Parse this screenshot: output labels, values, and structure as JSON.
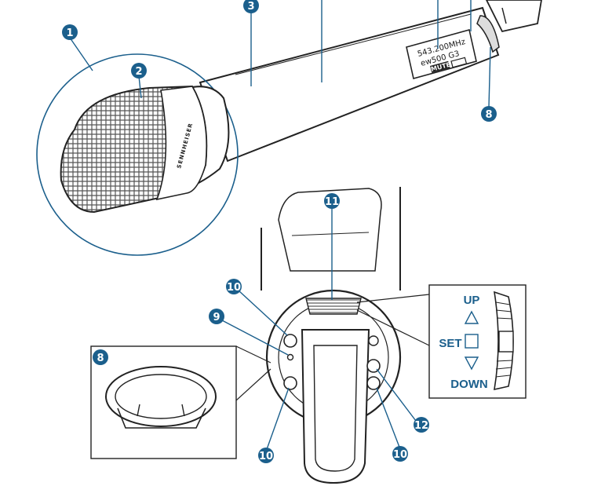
{
  "lcd": {
    "frequency": "543.200MHz",
    "model": "ew500 G3",
    "mute": "MUTE"
  },
  "brand": "SENNHEISER",
  "callouts": {
    "c1": "1",
    "c2": "2",
    "c3": "3",
    "c8_top": "8",
    "c8_inset": "8",
    "c9": "9",
    "c10_a": "10",
    "c10_b": "10",
    "c10_c": "10",
    "c11": "11",
    "c12": "12"
  },
  "controls": {
    "up": "UP",
    "set": "SET",
    "down": "DOWN"
  },
  "colors": {
    "accent": "#1b5f8c",
    "callout_fill": "#1b5f8c",
    "line": "#222222"
  }
}
